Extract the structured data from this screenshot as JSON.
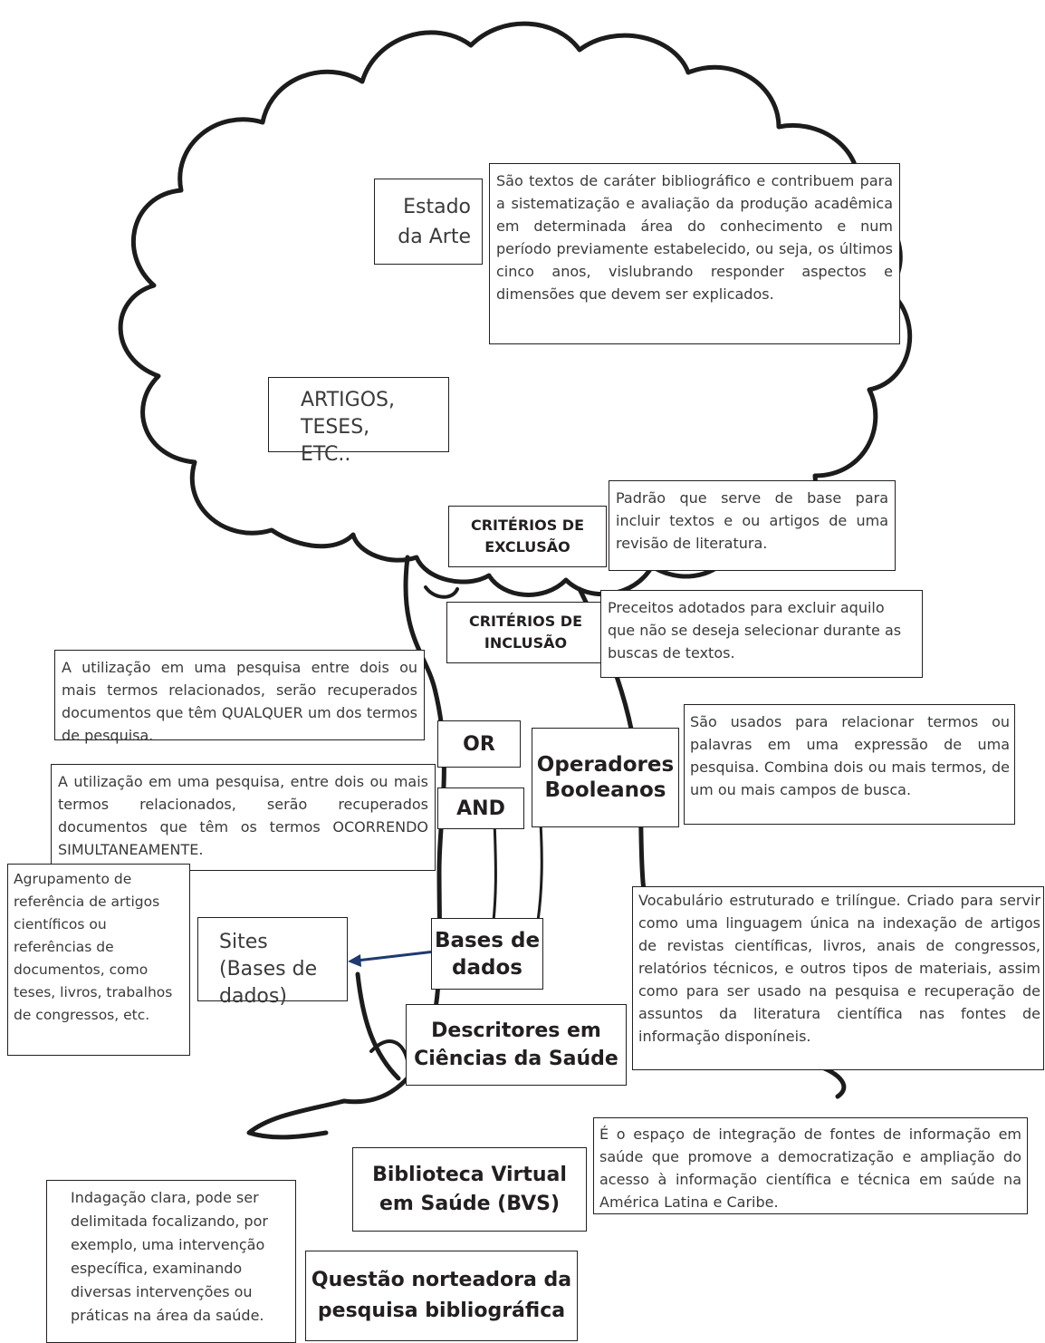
{
  "estado_arte": {
    "label": "Estado da Arte",
    "description": "São textos de caráter bibliográfico e contribuem para a sistematização e avaliação da produção acadêmica em determinada área do conhecimento e num período previamente estabelecido, ou seja, os últimos cinco anos, vislubrando responder aspectos e dimensões que devem ser explicados."
  },
  "artigos": {
    "label": "ARTIGOS, TESES, ETC.."
  },
  "criterios_exclusao": {
    "label": "CRITÉRIOS DE EXCLUSÃO",
    "description": "Padrão que serve de base para incluir textos e ou artigos de uma revisão de literatura."
  },
  "criterios_inclusao": {
    "label": "CRITÉRIOS DE INCLUSÃO",
    "description": "Preceitos adotados para excluir aquilo que não se deseja selecionar durante as buscas de textos."
  },
  "or_operator": {
    "label": "OR",
    "description": "A utilização em uma pesquisa entre dois ou mais termos relacionados, serão recuperados documentos que têm QUALQUER um dos termos de pesquisa."
  },
  "and_operator": {
    "label": "AND",
    "description": "A utilização em uma pesquisa, entre dois ou mais termos relacionados, serão recuperados documentos que têm os termos OCORRENDO SIMULTANEAMENTE."
  },
  "operadores_booleanos": {
    "label": "Operadores Booleanos",
    "description": "São usados para relacionar termos ou palavras em uma expressão de uma pesquisa. Combina dois ou mais termos, de um ou mais campos de busca."
  },
  "bases_de_dados": {
    "label": "Bases de dados"
  },
  "sites": {
    "label": "Sites (Bases de dados)",
    "description": "Agrupamento de referência de artigos científicos ou referências de documentos, como teses, livros, trabalhos de congressos, etc."
  },
  "descritores": {
    "label": "Descritores em Ciências da Saúde",
    "description": "Vocabulário estruturado e trilíngue. Criado para servir como uma linguagem única na indexação de artigos de revistas científicas, livros, anais de congressos, relatórios técnicos, e outros tipos de materiais, assim como para ser usado na pesquisa e recuperação de assuntos da literatura científica nas fontes de informação disponíneis."
  },
  "bvs": {
    "label": "Biblioteca Virtual em Saúde (BVS)",
    "description": "É o espaço de integração de fontes de informação em saúde que promove a democratização e ampliação do acesso à informação científica e técnica em saúde na América Latina e Caribe."
  },
  "questao": {
    "label": "Questão norteadora da pesquisa bibliográfica",
    "description": "Indagação clara, pode ser delimitada focalizando, por exemplo, uma intervenção específica, examinando diversas intervenções ou práticas na área da saúde."
  },
  "colors": {
    "arrow": "#1f3a6e",
    "outline": "#231f20"
  }
}
